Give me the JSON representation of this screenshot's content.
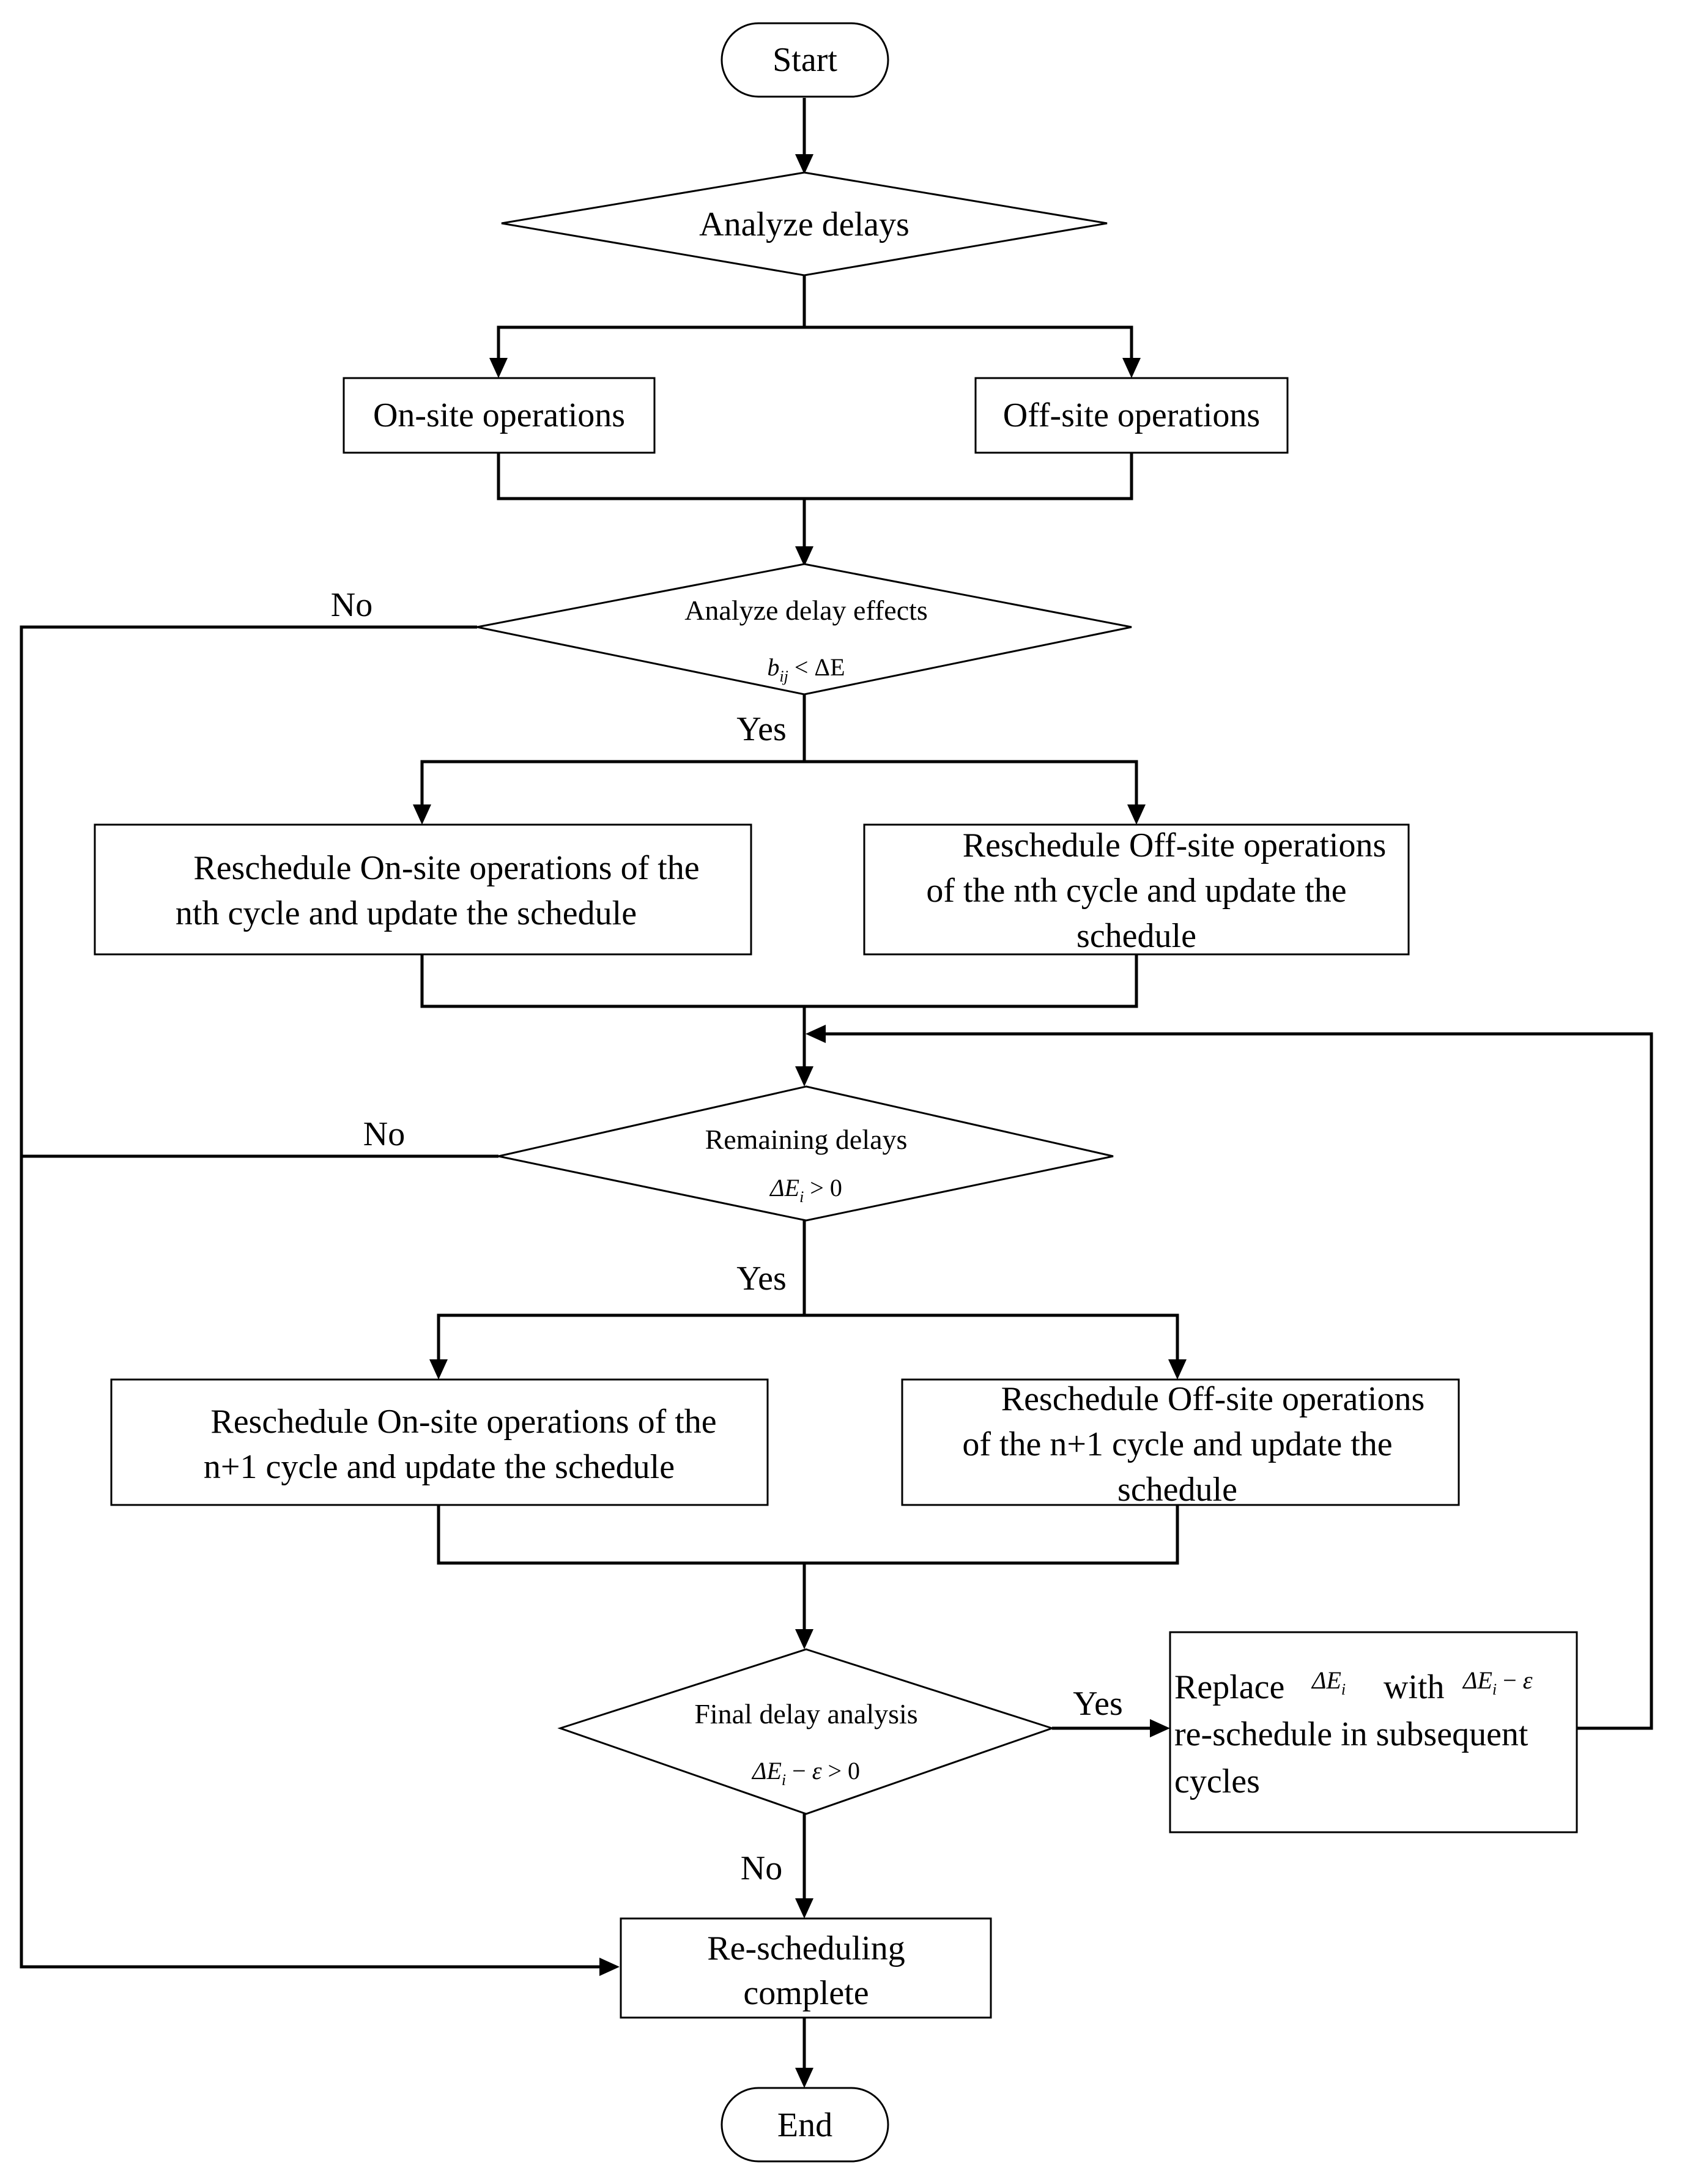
{
  "nodes": {
    "start": "Start",
    "analyze_delays": "Analyze delays",
    "onsite": "On-site operations",
    "offsite": "Off-site operations",
    "delay_effects": {
      "title": "Analyze delay effects",
      "condition": "b_ij < ΔE"
    },
    "resched_on_n": [
      "Reschedule On-site operations of the",
      "nth cycle and update the schedule"
    ],
    "resched_off_n": [
      "Reschedule Off-site operations",
      "of the nth cycle and update the",
      "schedule"
    ],
    "remaining": {
      "title": "Remaining delays",
      "condition": "ΔE_i > 0"
    },
    "resched_on_n1": [
      "Reschedule On-site operations of the",
      "n+1 cycle and update the schedule"
    ],
    "resched_off_n1": [
      "Reschedule Off-site operations",
      "of the n+1 cycle and update the",
      "schedule"
    ],
    "final": {
      "title": "Final delay analysis",
      "condition": "ΔE_i − ε > 0"
    },
    "replace": {
      "word_replace": "Replace",
      "sym1": "ΔE_i",
      "word_with": "with",
      "sym2": "ΔE_i − ε",
      "line2": "re-schedule in subsequent",
      "line3": "cycles"
    },
    "complete": [
      "Re-scheduling",
      "complete"
    ],
    "end": "End"
  },
  "labels": {
    "no1": "No",
    "yes1": "Yes",
    "no2": "No",
    "yes2": "Yes",
    "yes3": "Yes",
    "no3": "No"
  }
}
